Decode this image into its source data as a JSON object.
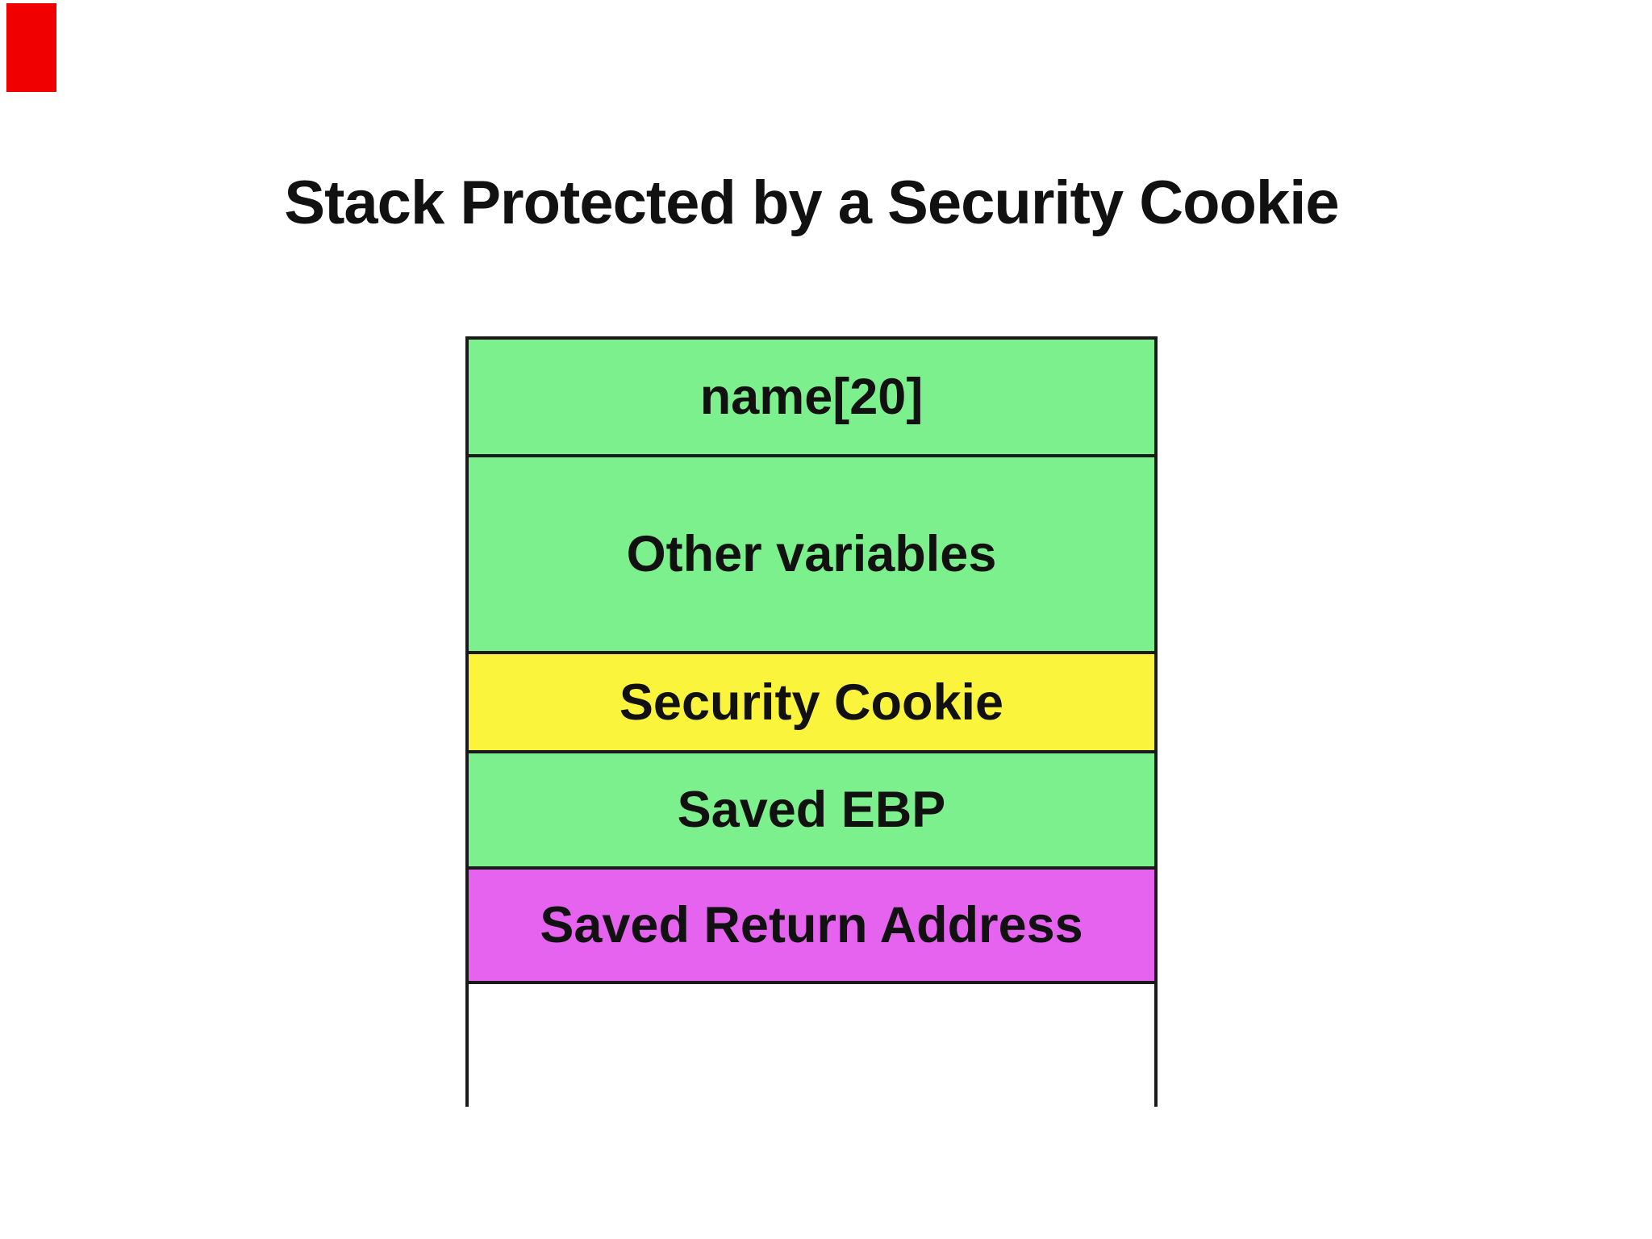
{
  "title": "Stack Protected by a Security Cookie",
  "diagram": {
    "segments": [
      {
        "label": "name[20]",
        "fill": "#7BF08C",
        "bold": false
      },
      {
        "label": "Other variables",
        "fill": "#7BF08C",
        "bold": false
      },
      {
        "label": "Security Cookie",
        "fill": "#FBF43C",
        "bold": false
      },
      {
        "label": "Saved EBP",
        "fill": "#7BF08C",
        "bold": false
      },
      {
        "label": "Saved Return Address",
        "fill": "#E663F0",
        "bold": true
      },
      {
        "label": "",
        "fill": "#FFFFFF",
        "bold": false
      }
    ],
    "border_color": "#1a1a1a",
    "text_color": "#111111"
  },
  "decoration": {
    "red_marker_color": "#F10000"
  }
}
